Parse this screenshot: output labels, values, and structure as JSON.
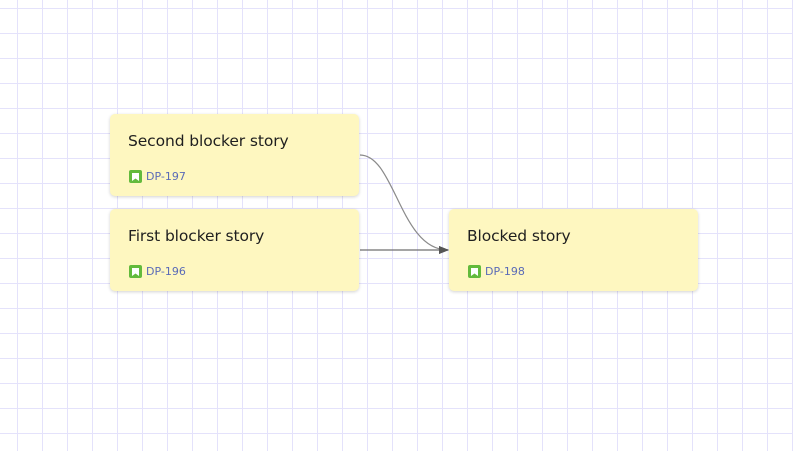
{
  "diagram": {
    "nodes": [
      {
        "id": "n1",
        "title": "Second blocker story",
        "key": "DP-197",
        "type_icon": "story-icon"
      },
      {
        "id": "n2",
        "title": "First blocker story",
        "key": "DP-196",
        "type_icon": "story-icon"
      },
      {
        "id": "n3",
        "title": "Blocked story",
        "key": "DP-198",
        "type_icon": "story-icon"
      }
    ],
    "edges": [
      {
        "from": "DP-197",
        "to": "DP-198"
      },
      {
        "from": "DP-196",
        "to": "DP-198"
      }
    ],
    "colors": {
      "card_bg": "#fef7c0",
      "story_icon": "#63ba3c",
      "key_text": "#5a6bb7",
      "edge": "#8a8a8a",
      "grid": "#e4e2fb"
    }
  }
}
